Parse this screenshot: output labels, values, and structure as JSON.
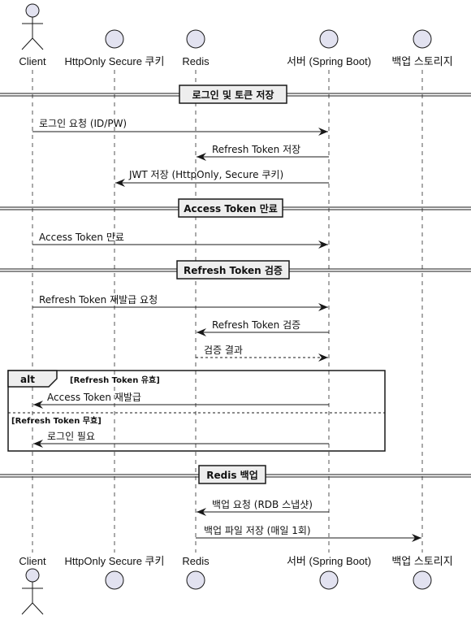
{
  "participants": [
    {
      "id": "client",
      "label": "Client",
      "kind": "actor"
    },
    {
      "id": "cookie",
      "label": "HttpOnly Secure 쿠키",
      "kind": "entity"
    },
    {
      "id": "redis",
      "label": "Redis",
      "kind": "entity"
    },
    {
      "id": "server",
      "label": "서버 (Spring Boot)",
      "kind": "entity"
    },
    {
      "id": "backup",
      "label": "백업 스토리지",
      "kind": "entity"
    }
  ],
  "sections": [
    {
      "id": "login",
      "label": "로그인 및 토큰 저장"
    },
    {
      "id": "expire",
      "label": "Access Token 만료"
    },
    {
      "id": "verify",
      "label": "Refresh Token 검증"
    },
    {
      "id": "redis-backup",
      "label": "Redis 백업"
    }
  ],
  "messages": [
    {
      "id": "m1",
      "from": "client",
      "to": "server",
      "label": "로그인 요청 (ID/PW)",
      "style": "solid"
    },
    {
      "id": "m2",
      "from": "server",
      "to": "redis",
      "label": "Refresh Token 저장",
      "style": "solid"
    },
    {
      "id": "m3",
      "from": "server",
      "to": "cookie",
      "label": "JWT 저장 (HttpOnly, Secure 쿠키)",
      "style": "solid"
    },
    {
      "id": "m4",
      "from": "client",
      "to": "server",
      "label": "Access Token 만료",
      "style": "solid"
    },
    {
      "id": "m5",
      "from": "client",
      "to": "server",
      "label": "Refresh Token 재발급 요청",
      "style": "solid"
    },
    {
      "id": "m6",
      "from": "server",
      "to": "redis",
      "label": "Refresh Token 검증",
      "style": "solid"
    },
    {
      "id": "m7",
      "from": "redis",
      "to": "server",
      "label": "검증 결과",
      "style": "dashed"
    },
    {
      "id": "m8",
      "from": "server",
      "to": "client",
      "label": "Access Token 재발급",
      "style": "solid"
    },
    {
      "id": "m9",
      "from": "server",
      "to": "client",
      "label": "로그인 필요",
      "style": "solid"
    },
    {
      "id": "m10",
      "from": "server",
      "to": "redis",
      "label": "백업 요청 (RDB 스냅샷)",
      "style": "solid"
    },
    {
      "id": "m11",
      "from": "redis",
      "to": "backup",
      "label": "백업 파일 저장 (매일 1회)",
      "style": "solid"
    }
  ],
  "alt_group": {
    "keyword": "alt",
    "guard1": "[Refresh Token 유효]",
    "guard2": "[Refresh Token 무효]"
  },
  "colors": {
    "participant_fill": "#e2e2f0",
    "participant_stroke": "#181818",
    "section_fill": "#eeeeee",
    "group_header_fill": "#eeeeee",
    "line": "#181818"
  }
}
